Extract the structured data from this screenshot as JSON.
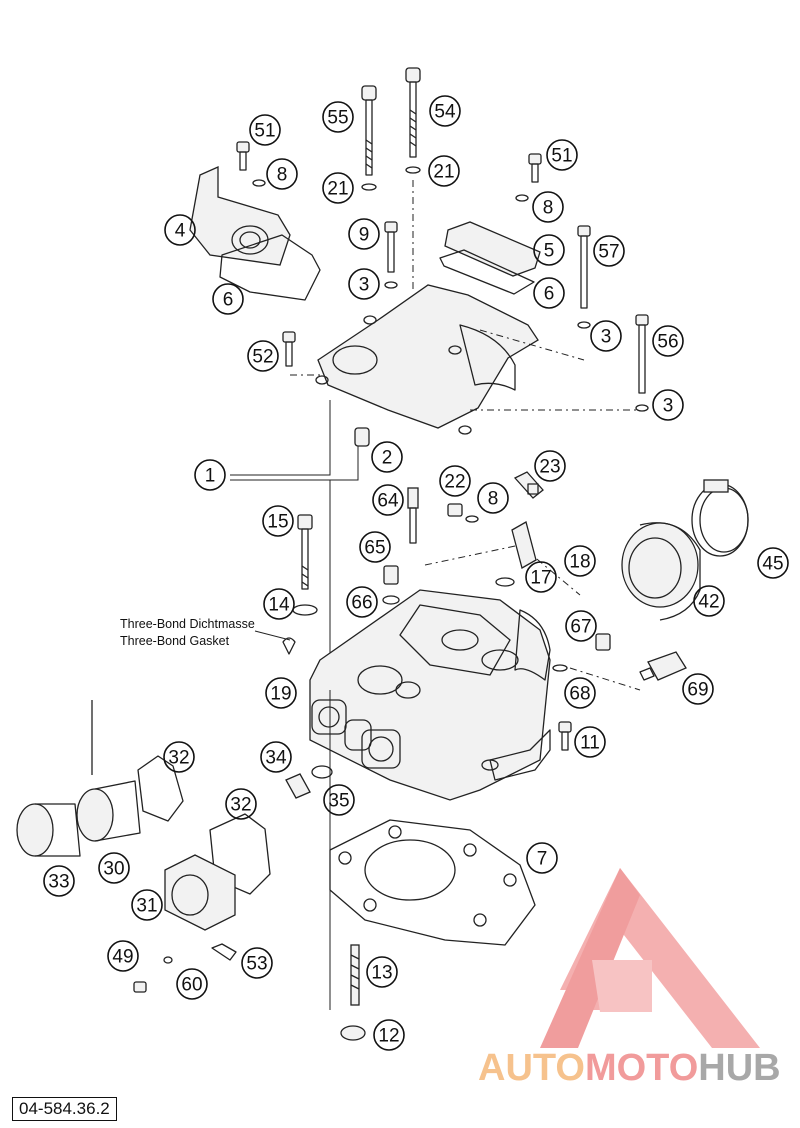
{
  "diagram": {
    "callouts": [
      {
        "id": "c55",
        "text": "55"
      },
      {
        "id": "c54",
        "text": "54"
      },
      {
        "id": "c51a",
        "text": "51"
      },
      {
        "id": "c8a",
        "text": "8"
      },
      {
        "id": "c21a",
        "text": "21"
      },
      {
        "id": "c21b",
        "text": "21"
      },
      {
        "id": "c51b",
        "text": "51"
      },
      {
        "id": "c4",
        "text": "4"
      },
      {
        "id": "c8b",
        "text": "8"
      },
      {
        "id": "c9",
        "text": "9"
      },
      {
        "id": "c5",
        "text": "5"
      },
      {
        "id": "c57",
        "text": "57"
      },
      {
        "id": "c3a",
        "text": "3"
      },
      {
        "id": "c6a",
        "text": "6"
      },
      {
        "id": "c6b",
        "text": "6"
      },
      {
        "id": "c3b",
        "text": "3"
      },
      {
        "id": "c56",
        "text": "56"
      },
      {
        "id": "c52",
        "text": "52"
      },
      {
        "id": "c3c",
        "text": "3"
      },
      {
        "id": "c2",
        "text": "2"
      },
      {
        "id": "c1",
        "text": "1"
      },
      {
        "id": "c22",
        "text": "22"
      },
      {
        "id": "c23",
        "text": "23"
      },
      {
        "id": "c64",
        "text": "64"
      },
      {
        "id": "c8c",
        "text": "8"
      },
      {
        "id": "c15",
        "text": "15"
      },
      {
        "id": "c65",
        "text": "65"
      },
      {
        "id": "c18",
        "text": "18"
      },
      {
        "id": "c17",
        "text": "17"
      },
      {
        "id": "c45",
        "text": "45"
      },
      {
        "id": "c66",
        "text": "66"
      },
      {
        "id": "c42",
        "text": "42"
      },
      {
        "id": "c14",
        "text": "14"
      },
      {
        "id": "c67",
        "text": "67"
      },
      {
        "id": "c19",
        "text": "19"
      },
      {
        "id": "c68",
        "text": "68"
      },
      {
        "id": "c69",
        "text": "69"
      },
      {
        "id": "c11",
        "text": "11"
      },
      {
        "id": "c32a",
        "text": "32"
      },
      {
        "id": "c34",
        "text": "34"
      },
      {
        "id": "c35",
        "text": "35"
      },
      {
        "id": "c32b",
        "text": "32"
      },
      {
        "id": "c7",
        "text": "7"
      },
      {
        "id": "c33",
        "text": "33"
      },
      {
        "id": "c30",
        "text": "30"
      },
      {
        "id": "c31",
        "text": "31"
      },
      {
        "id": "c49",
        "text": "49"
      },
      {
        "id": "c53",
        "text": "53"
      },
      {
        "id": "c60",
        "text": "60"
      },
      {
        "id": "c13",
        "text": "13"
      },
      {
        "id": "c12",
        "text": "12"
      }
    ],
    "note_line1": "Three-Bond Dichtmasse",
    "note_line2": "Three-Bond Gasket",
    "doc_number": "04-584.36.2"
  },
  "watermark": {
    "part1": "AUTO",
    "part2": "MOTO",
    "part3": "HUB",
    "color_orange": "#f5b87a",
    "color_red": "#ef8a8a",
    "color_gray": "#9a9a9a"
  }
}
